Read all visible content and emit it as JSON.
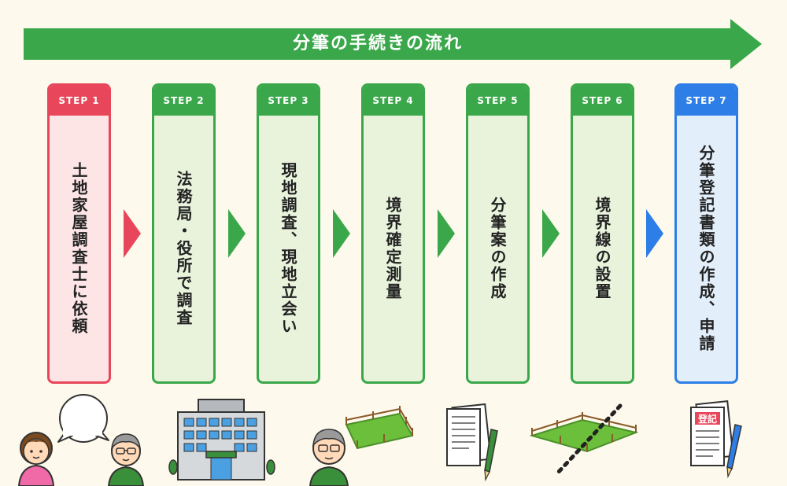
{
  "header": {
    "title": "分筆の手続きの流れ"
  },
  "steps": [
    {
      "label": "STEP 1",
      "text": "土地家屋調査士に依頼",
      "color": "red"
    },
    {
      "label": "STEP 2",
      "text": "法務局・役所で調査",
      "color": "green"
    },
    {
      "label": "STEP 3",
      "text": "現地調査、現地立会い",
      "color": "green"
    },
    {
      "label": "STEP 4",
      "text": "境界確定測量",
      "color": "green"
    },
    {
      "label": "STEP 5",
      "text": "分筆案の作成",
      "color": "green"
    },
    {
      "label": "STEP 6",
      "text": "境界線の設置",
      "color": "green"
    },
    {
      "label": "STEP 7",
      "text": "分筆登記書類の作成、申請",
      "color": "blue"
    }
  ],
  "document_stamp": "登記",
  "colors": {
    "green": "#3aa84a",
    "red": "#e8465a",
    "blue": "#2d7ee6",
    "background": "#fdf9ec"
  }
}
